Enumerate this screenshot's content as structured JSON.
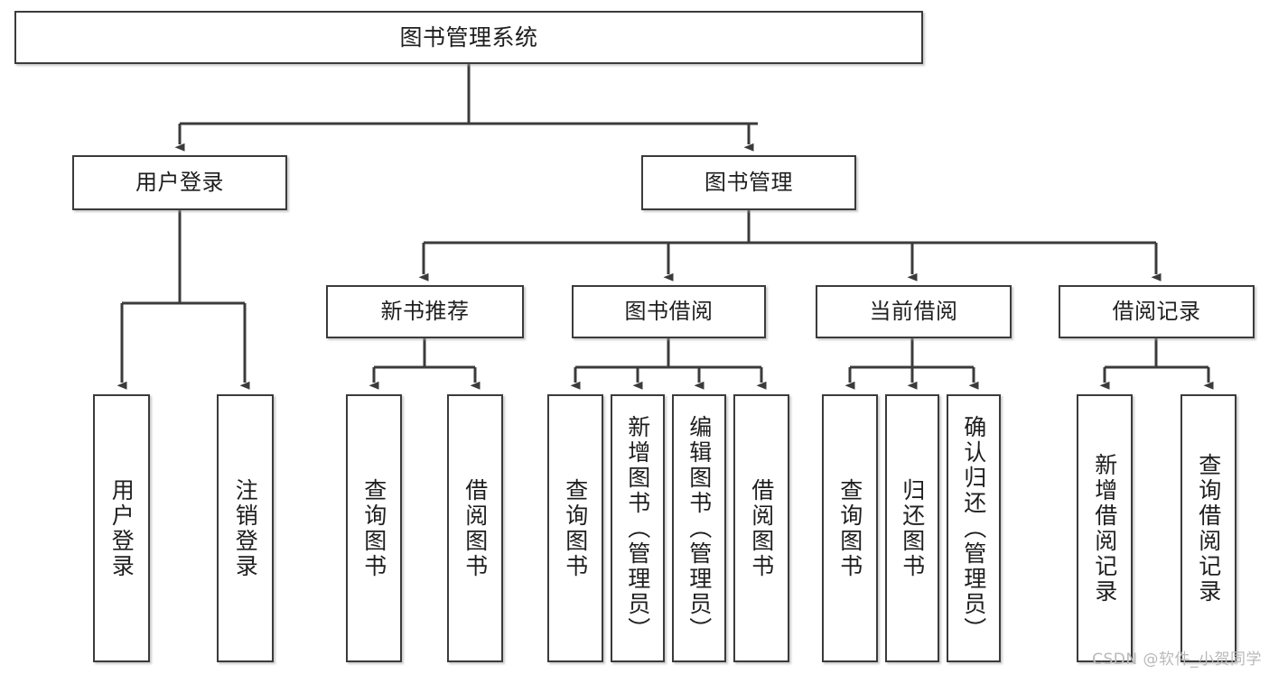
{
  "diagram": {
    "title": "图书管理系统",
    "type": "tree-hierarchy-chart",
    "background_color": "#ffffff",
    "line_color": "#3b3b3b",
    "text_color": "#1e1e1e"
  },
  "root": {
    "label": "图书管理系统"
  },
  "level2": [
    {
      "label": "用户登录"
    },
    {
      "label": "图书管理"
    }
  ],
  "level3": [
    {
      "label": "新书推荐"
    },
    {
      "label": "图书借阅"
    },
    {
      "label": "当前借阅"
    },
    {
      "label": "借阅记录"
    }
  ],
  "leaves": {
    "user_login": [
      {
        "label": "用户登录"
      },
      {
        "label": "注销登录"
      }
    ],
    "new_book_recommend": [
      {
        "label": "查询图书"
      },
      {
        "label": "借阅图书"
      }
    ],
    "book_borrow": [
      {
        "label": "查询图书"
      },
      {
        "label": "新增图书（管理员）"
      },
      {
        "label": "编辑图书（管理员）"
      },
      {
        "label": "借阅图书"
      }
    ],
    "current_borrow": [
      {
        "label": "查询图书"
      },
      {
        "label": "归还图书"
      },
      {
        "label": "确认归还（管理员）"
      }
    ],
    "borrow_record": [
      {
        "label": "新增借阅记录"
      },
      {
        "label": "查询借阅记录"
      }
    ]
  },
  "watermark": {
    "text": "CSDN @软件_小贺同学"
  }
}
